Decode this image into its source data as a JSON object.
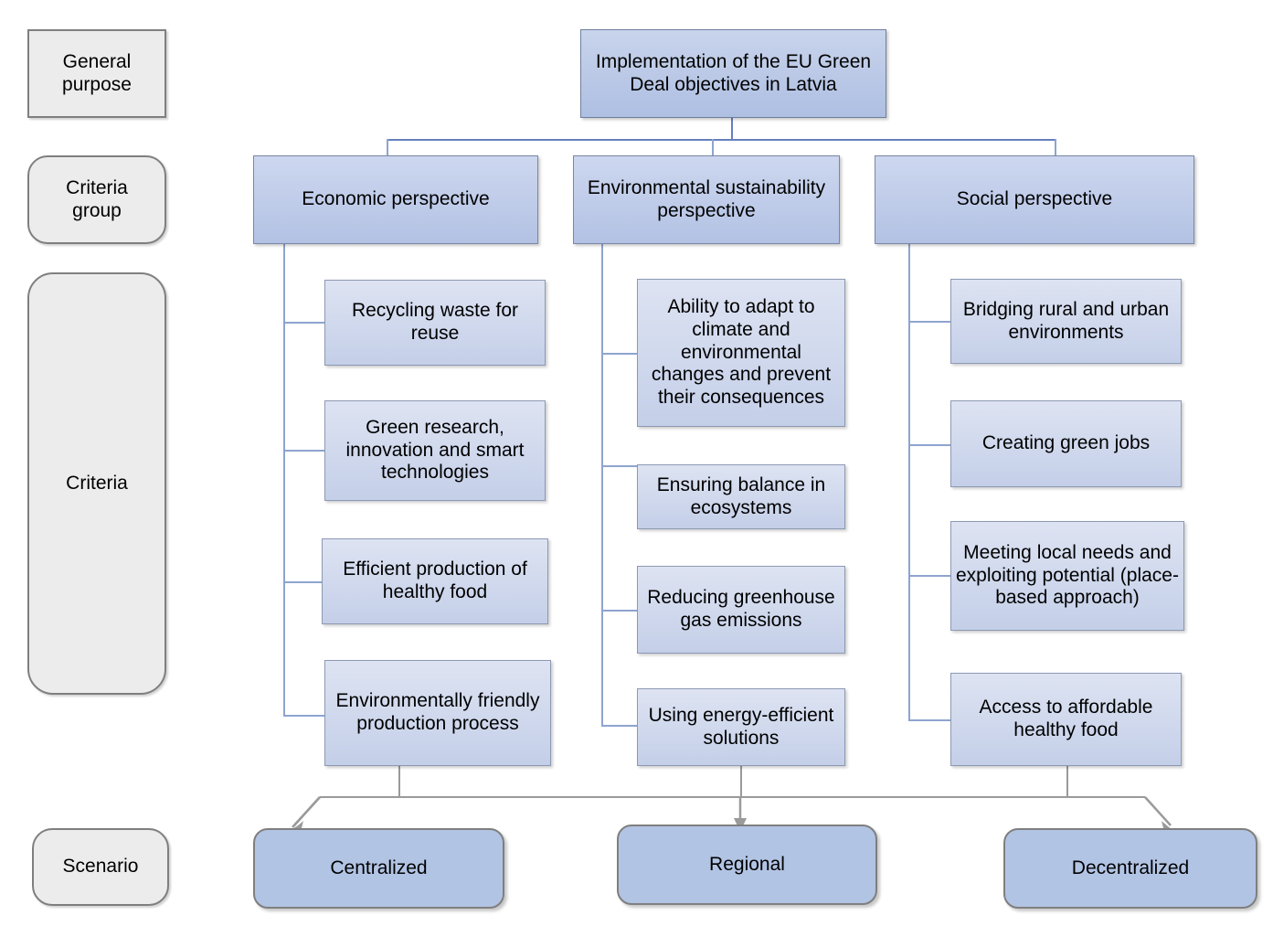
{
  "diagram": {
    "title_root": "Implementation of the EU Green Deal objectives in Latvia",
    "levels": [
      {
        "key": "general_purpose",
        "label": "General\npurpose"
      },
      {
        "key": "criteria_group",
        "label": "Criteria\ngroup"
      },
      {
        "key": "criteria",
        "label": "Criteria"
      },
      {
        "key": "scenario",
        "label": "Scenario"
      }
    ],
    "level_labels": {
      "general_purpose": "General purpose",
      "criteria_group": "Criteria group",
      "criteria": "Criteria",
      "scenario": "Scenario"
    },
    "goal": "Implementation of the EU Green Deal objectives in Latvia",
    "groups": [
      {
        "name": "Economic perspective",
        "criteria": [
          "Recycling waste for reuse",
          "Green research, innovation and smart technologies",
          "Efficient production of healthy food",
          "Environmentally friendly production process"
        ]
      },
      {
        "name": "Environmental sustainability perspective",
        "criteria": [
          "Ability to adapt to climate and environmental changes and prevent their consequences",
          "Ensuring balance in ecosystems",
          "Reducing greenhouse gas emissions",
          "Using energy-efficient solutions"
        ]
      },
      {
        "name": "Social perspective",
        "criteria": [
          "Bridging rural and urban environments",
          "Creating green jobs",
          "Meeting local needs and exploiting potential (place-based approach)",
          "Access to affordable healthy food"
        ]
      }
    ],
    "scenarios": [
      "Centralized",
      "Regional",
      "Decentralized"
    ],
    "colors": {
      "goal_fill": "#b7c6e7",
      "group_fill": "#c2cde8",
      "criterion_fill": "#d2daee",
      "scenario_fill": "#b2c4e4",
      "label_fill": "#ececec",
      "label_border": "#7f7f7f",
      "connector_blue": "#8ea4cf",
      "connector_grey": "#9a9a9a"
    }
  }
}
